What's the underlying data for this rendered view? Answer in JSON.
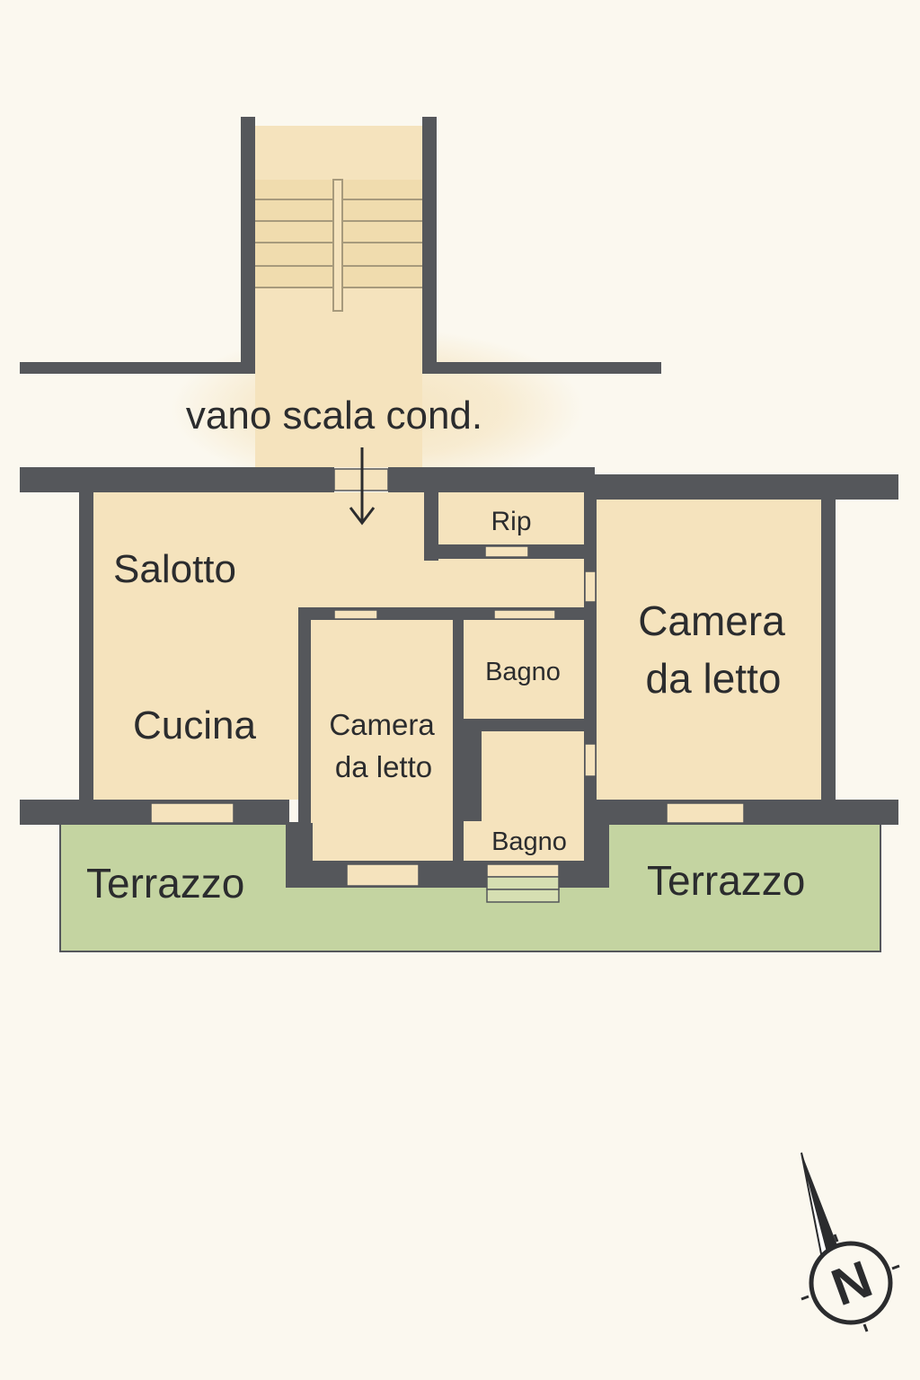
{
  "plan": {
    "stair_label": "vano scala cond.",
    "rooms": {
      "salotto": "Salotto",
      "cucina": "Cucina",
      "ripostiglio": "Rip",
      "bedroom_small_line1": "Camera",
      "bedroom_small_line2": "da letto",
      "bedroom_large_line1": "Camera",
      "bedroom_large_line2": "da letto",
      "bathroom_upper": "Bagno",
      "bathroom_lower": "Bagno"
    },
    "terraces": {
      "left": "Terrazzo",
      "right": "Terrazzo"
    },
    "compass": {
      "north_letter": "N"
    }
  },
  "colors": {
    "wall": "#55575b",
    "room_fill": "#f5e3bd",
    "terrace_fill": "#c4d4a1",
    "background": "#fbf8ef",
    "text": "#2b2c2e"
  }
}
